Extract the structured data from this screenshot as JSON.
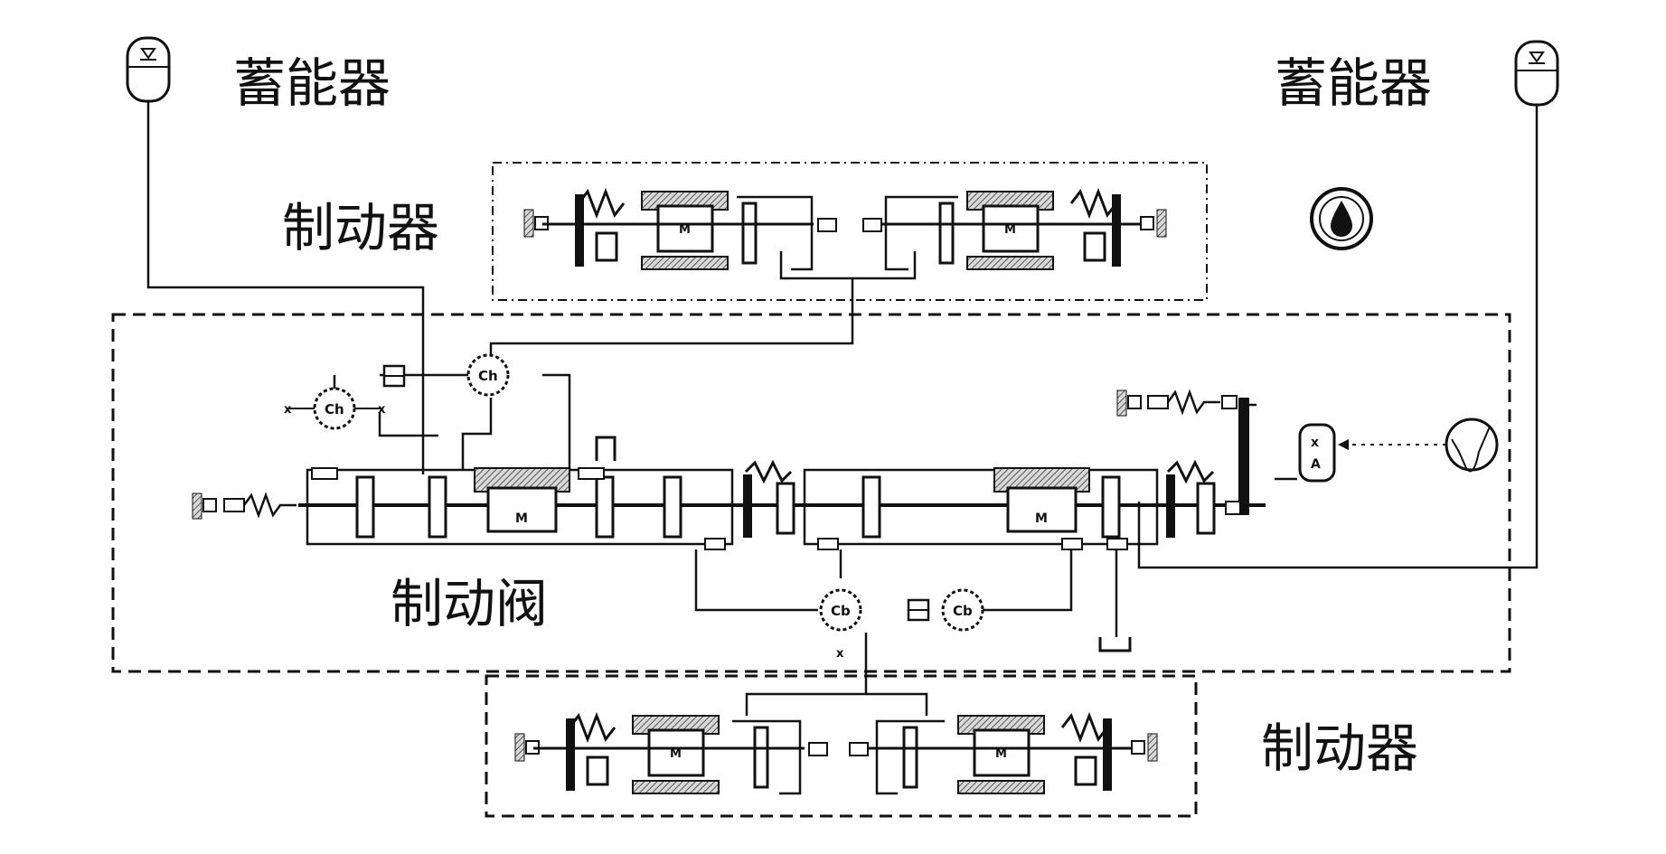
{
  "labels": {
    "accumulator_left": "蓄能器",
    "accumulator_right": "蓄能器",
    "brake_top": "制动器",
    "brake_valve": "制动阀",
    "brake_bottom": "制动器"
  },
  "block_text": {
    "mass": "M",
    "chamber": "Ch",
    "capacity": "Cb",
    "gain": "x\nA"
  },
  "colors": {
    "line": "#111111",
    "hatch": "#777777",
    "background": "#ffffff"
  }
}
